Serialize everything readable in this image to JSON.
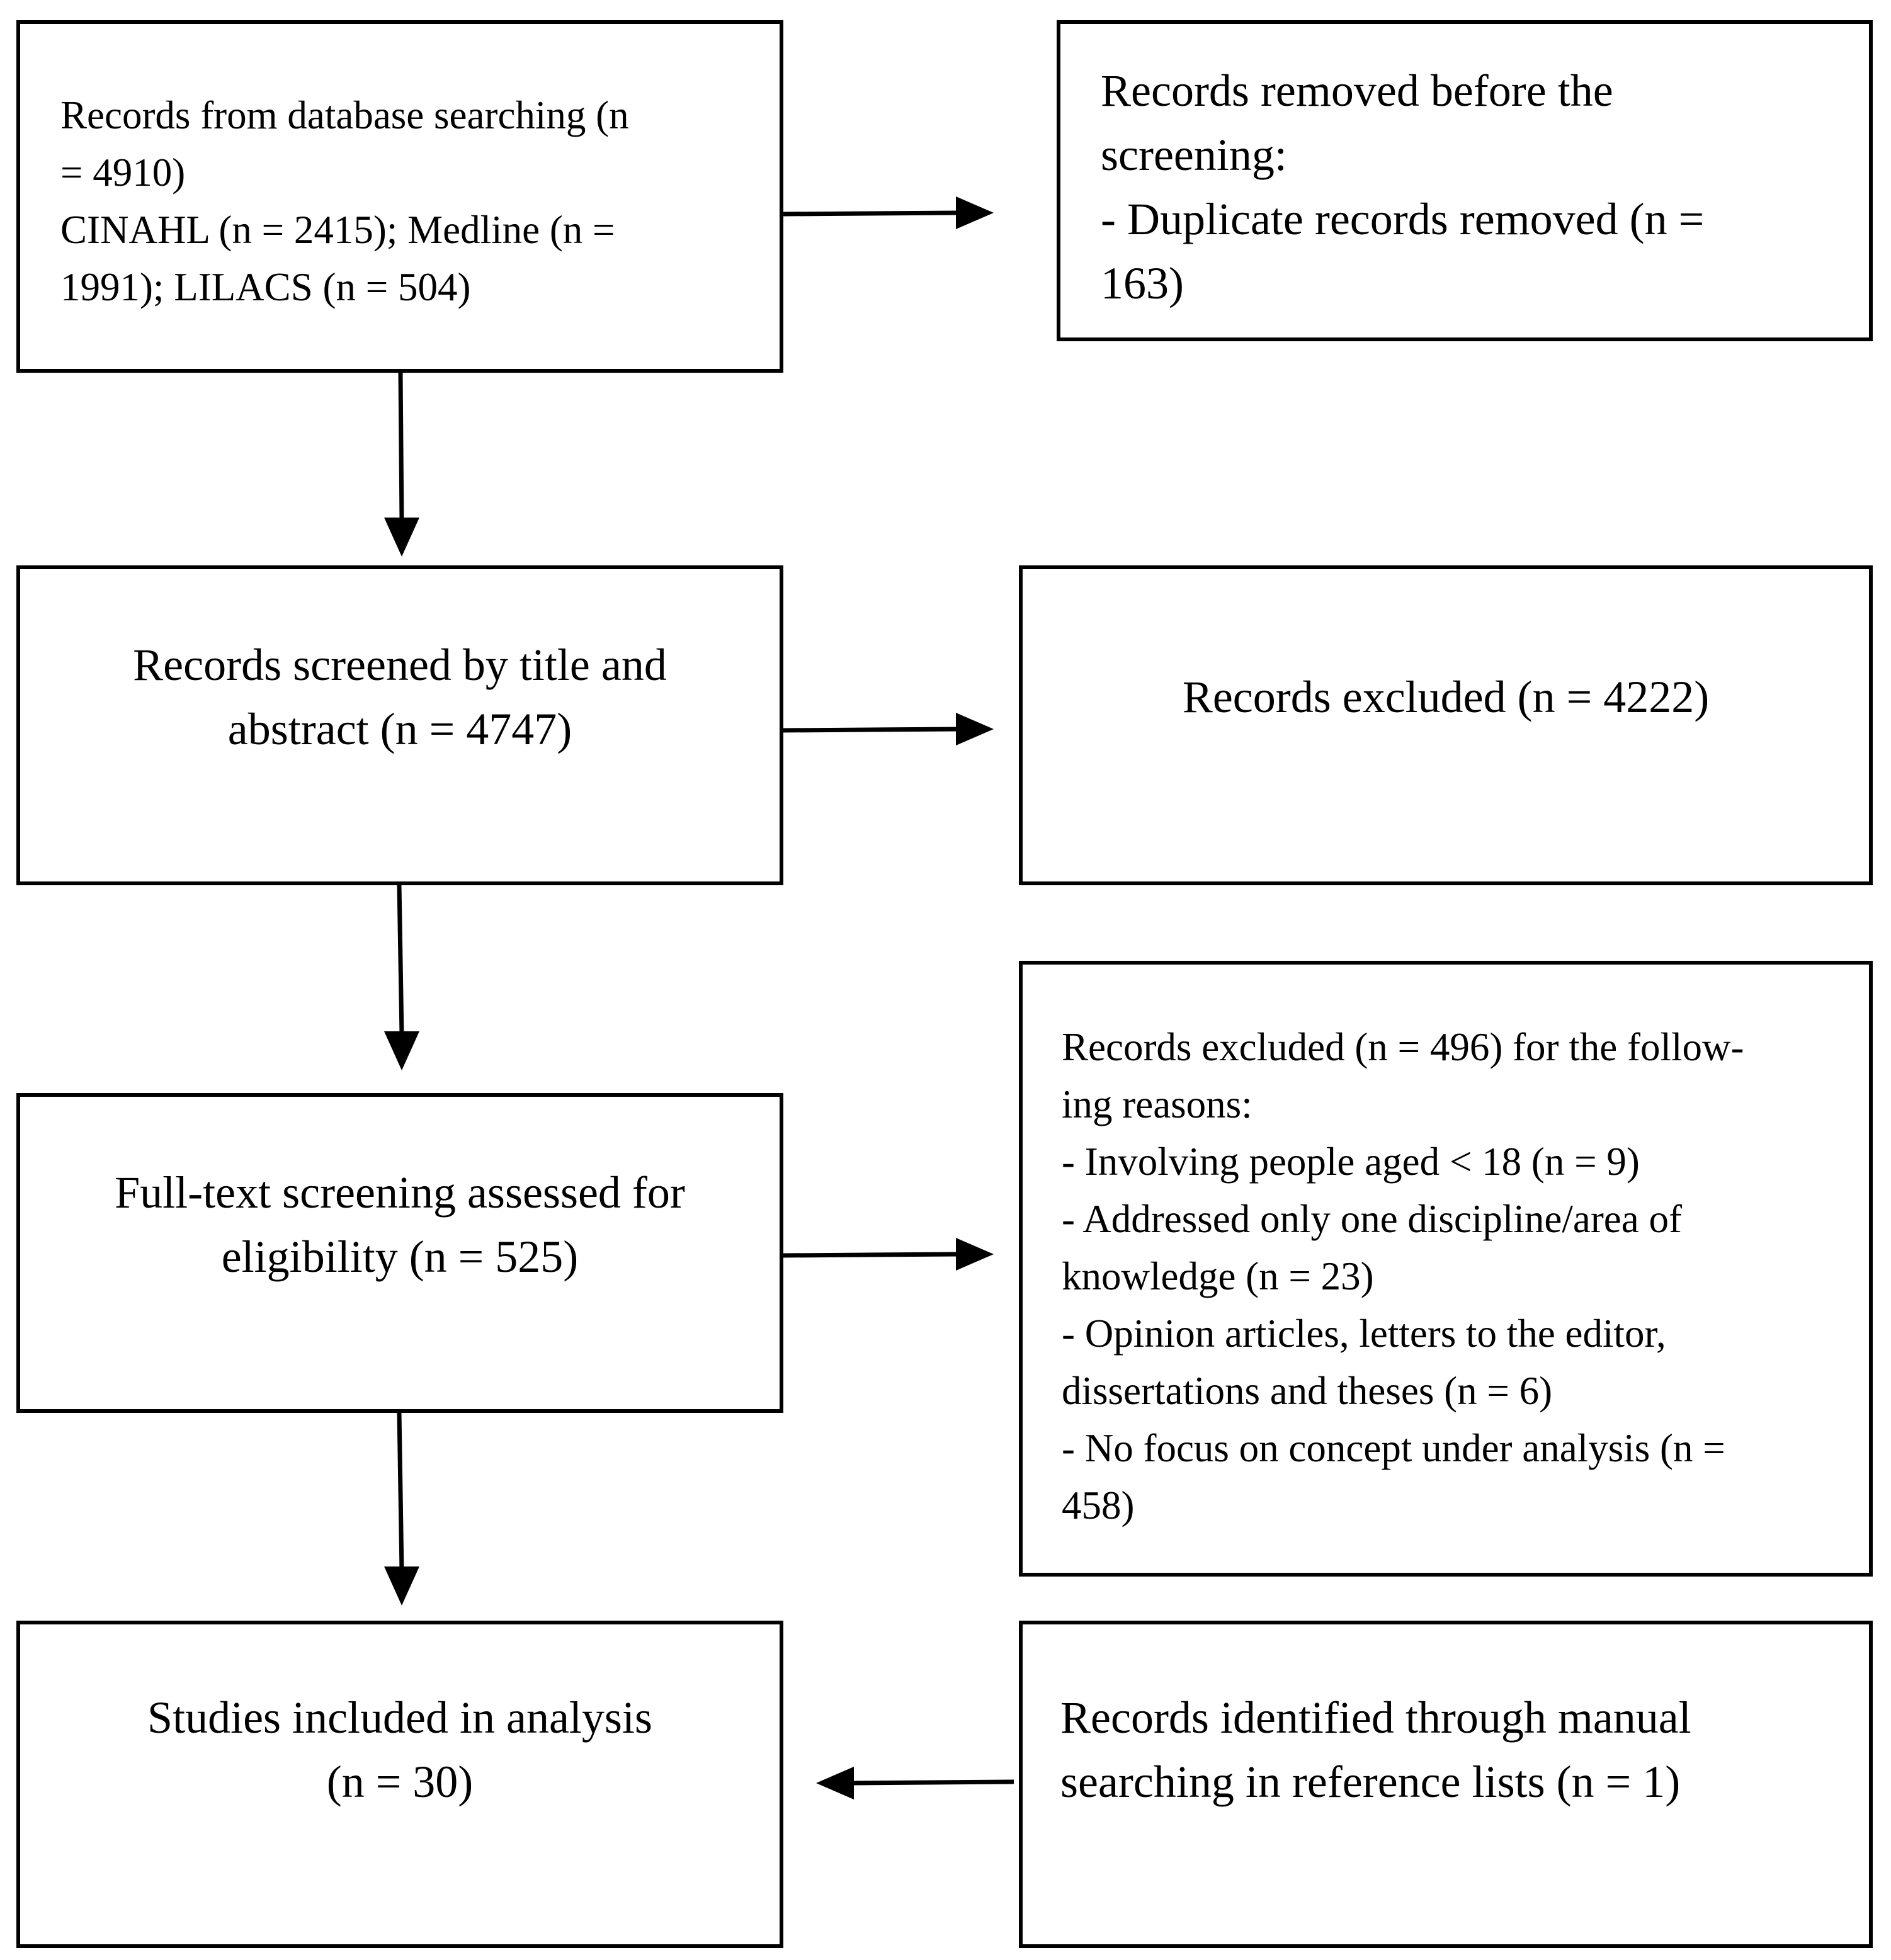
{
  "boxes": {
    "identification": {
      "lines": [
        "Records from database searching (n",
        "= 4910)",
        "CINAHL (n = 2415); Medline (n =",
        "1991); LILACS (n = 504)"
      ]
    },
    "removed_before_screening": {
      "lines": [
        "Records removed before the",
        "screening:",
        "- Duplicate records removed (n =",
        "163)"
      ]
    },
    "screened": {
      "lines": [
        "Records screened by title and",
        "abstract (n = 4747)"
      ]
    },
    "excluded_screening": {
      "lines": [
        "Records excluded (n = 4222)"
      ]
    },
    "full_text": {
      "lines": [
        "Full-text screening assessed for",
        "eligibility (n = 525)"
      ]
    },
    "excluded_full_text": {
      "lines": [
        "Records excluded (n = 496) for the follow-",
        "ing reasons:",
        "- Involving people aged < 18 (n = 9)",
        "- Addressed only one discipline/area of",
        "knowledge (n = 23)",
        "- Opinion articles, letters to the editor,",
        "dissertations and theses (n = 6)",
        "- No focus on concept under analysis (n =",
        "458)"
      ]
    },
    "included": {
      "lines": [
        "Studies included in analysis",
        "(n = 30)"
      ]
    },
    "manual_search": {
      "lines": [
        "Records identified through manual",
        "searching in reference lists (n = 1)"
      ]
    }
  },
  "colors": {
    "stroke": "#000000",
    "background": "#ffffff"
  }
}
